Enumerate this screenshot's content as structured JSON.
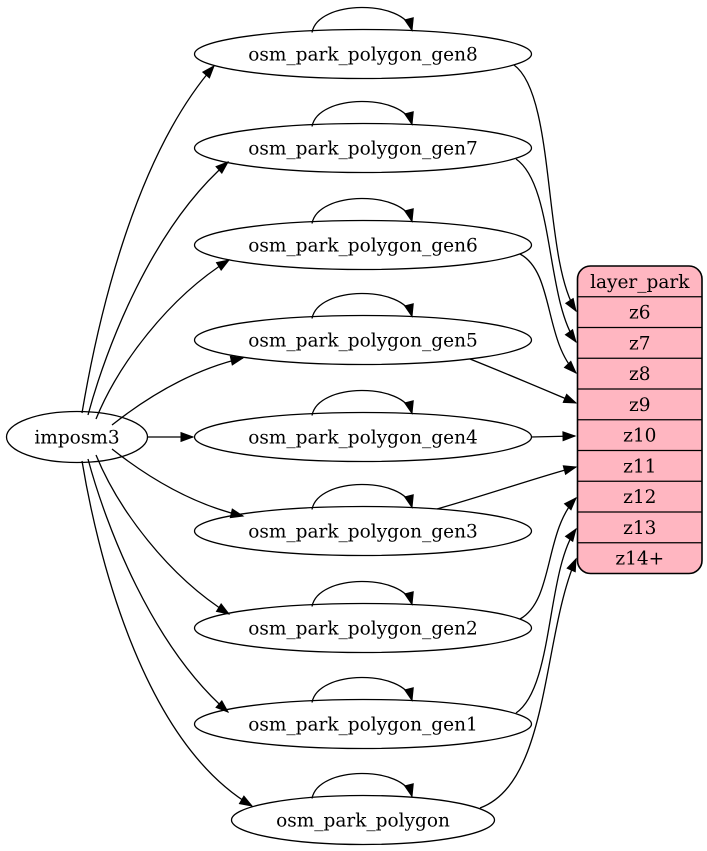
{
  "diagram": {
    "type": "dependency-graph",
    "background": "#ffffff",
    "colors": {
      "node_fill": "#ffffff",
      "record_fill": "#ffb6c1",
      "stroke": "#000000",
      "text": "#000000"
    },
    "source_node": {
      "id": "imposm3",
      "label": "imposm3"
    },
    "table_nodes": [
      {
        "id": "osm_park_polygon_gen8",
        "label": "osm_park_polygon_gen8",
        "self_loop": true,
        "feeds_row": "z6"
      },
      {
        "id": "osm_park_polygon_gen7",
        "label": "osm_park_polygon_gen7",
        "self_loop": true,
        "feeds_row": "z7"
      },
      {
        "id": "osm_park_polygon_gen6",
        "label": "osm_park_polygon_gen6",
        "self_loop": true,
        "feeds_row": "z8"
      },
      {
        "id": "osm_park_polygon_gen5",
        "label": "osm_park_polygon_gen5",
        "self_loop": true,
        "feeds_row": "z9"
      },
      {
        "id": "osm_park_polygon_gen4",
        "label": "osm_park_polygon_gen4",
        "self_loop": true,
        "feeds_row": "z10"
      },
      {
        "id": "osm_park_polygon_gen3",
        "label": "osm_park_polygon_gen3",
        "self_loop": true,
        "feeds_row": "z11"
      },
      {
        "id": "osm_park_polygon_gen2",
        "label": "osm_park_polygon_gen2",
        "self_loop": true,
        "feeds_row": "z12"
      },
      {
        "id": "osm_park_polygon_gen1",
        "label": "osm_park_polygon_gen1",
        "self_loop": true,
        "feeds_row": "z13"
      },
      {
        "id": "osm_park_polygon",
        "label": "osm_park_polygon",
        "self_loop": true,
        "feeds_row": "z14+"
      }
    ],
    "record_node": {
      "id": "layer_park",
      "header": "layer_park",
      "rows": [
        "z6",
        "z7",
        "z8",
        "z9",
        "z10",
        "z11",
        "z12",
        "z13",
        "z14+"
      ]
    },
    "edges": {
      "from_source_to": [
        "osm_park_polygon_gen8",
        "osm_park_polygon_gen7",
        "osm_park_polygon_gen6",
        "osm_park_polygon_gen5",
        "osm_park_polygon_gen4",
        "osm_park_polygon_gen3",
        "osm_park_polygon_gen2",
        "osm_park_polygon_gen1",
        "osm_park_polygon"
      ],
      "self_loops": [
        "osm_park_polygon_gen8",
        "osm_park_polygon_gen7",
        "osm_park_polygon_gen6",
        "osm_park_polygon_gen5",
        "osm_park_polygon_gen4",
        "osm_park_polygon_gen3",
        "osm_park_polygon_gen2",
        "osm_park_polygon_gen1",
        "osm_park_polygon"
      ],
      "table_to_row": [
        {
          "from": "osm_park_polygon_gen8",
          "to": "z6"
        },
        {
          "from": "osm_park_polygon_gen7",
          "to": "z7"
        },
        {
          "from": "osm_park_polygon_gen6",
          "to": "z8"
        },
        {
          "from": "osm_park_polygon_gen5",
          "to": "z9"
        },
        {
          "from": "osm_park_polygon_gen4",
          "to": "z10"
        },
        {
          "from": "osm_park_polygon_gen3",
          "to": "z11"
        },
        {
          "from": "osm_park_polygon_gen2",
          "to": "z12"
        },
        {
          "from": "osm_park_polygon_gen1",
          "to": "z13"
        },
        {
          "from": "osm_park_polygon",
          "to": "z14+"
        }
      ]
    }
  }
}
